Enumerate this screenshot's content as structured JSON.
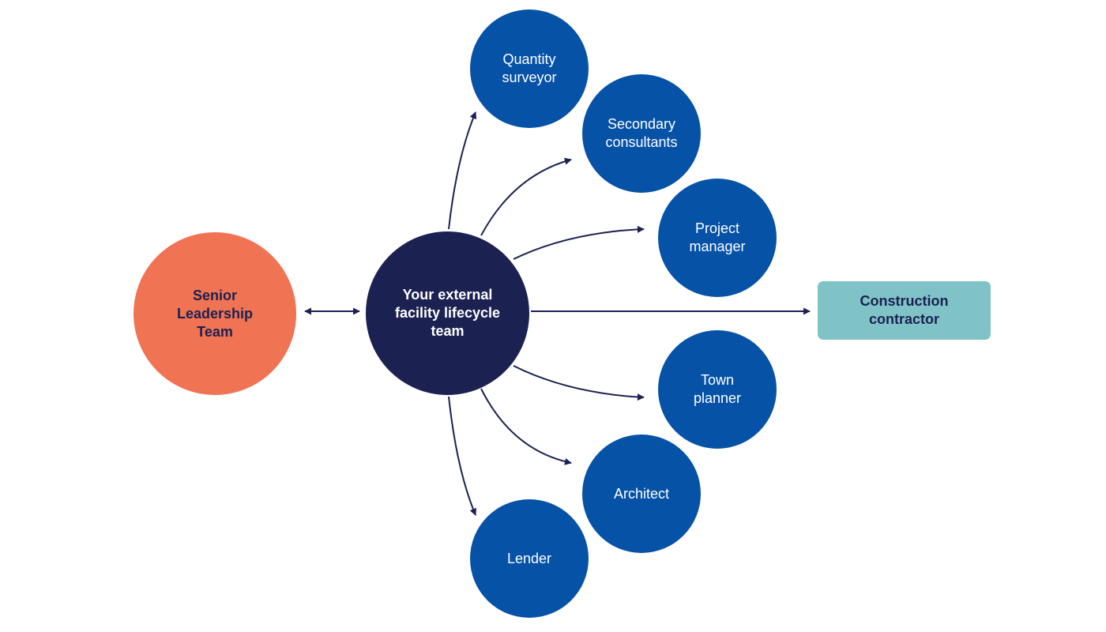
{
  "leadership": {
    "label": "Senior\nLeadership\nTeam",
    "color": "#f07354"
  },
  "hub": {
    "label": "Your external\nfacility lifecycle\nteam",
    "color": "#1b2151"
  },
  "contractor": {
    "label": "Construction\ncontractor",
    "color": "#80c3c6"
  },
  "members": [
    {
      "id": "quantity-surveyor",
      "label": "Quantity\nsurveyor"
    },
    {
      "id": "secondary-consultants",
      "label": "Secondary\nconsultants"
    },
    {
      "id": "project-manager",
      "label": "Project\nmanager"
    },
    {
      "id": "town-planner",
      "label": "Town\nplanner"
    },
    {
      "id": "architect",
      "label": "Architect"
    },
    {
      "id": "lender",
      "label": "Lender"
    }
  ],
  "colors": {
    "member": "#0552a6",
    "connector": "#1b2151"
  }
}
